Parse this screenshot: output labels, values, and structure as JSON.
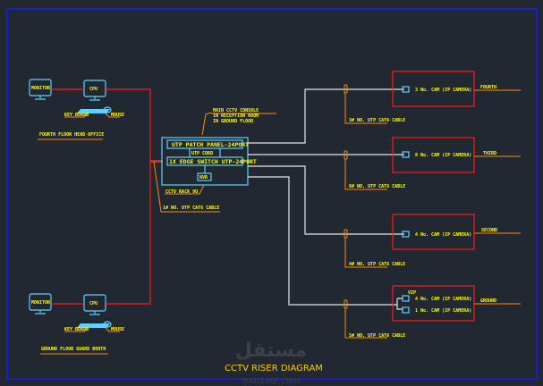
{
  "title": "CCTV RISER DIAGRAM",
  "watermark": {
    "arabic": "مستقل",
    "latin": "mostaql.com"
  },
  "stations": [
    {
      "monitor1": "MONITOR",
      "monitor2": "CPU",
      "keyboard": "KEY BOARD",
      "mouse": "MOUSE",
      "caption": "FOURTH FLOOR HEAD OFFICE"
    },
    {
      "monitor1": "MONITOR",
      "monitor2": "CPU",
      "keyboard": "KEY BOARD",
      "mouse": "MOUSE",
      "caption": "GROUND FLOOR GUARD BOOTH"
    }
  ],
  "console": {
    "note": [
      "MAIN CCTV CONSOLE",
      "IN RECEPTION ROOM",
      "IN GROUND FLOOR"
    ],
    "patch_panel": "UTP PATCH PANEL-24PORT",
    "utp_cord": "UTP CORD",
    "switch": "1X EDGE SWITCH UTP-24PORT",
    "nvr": "NVR",
    "rack": "CCTV RACK 9U",
    "cable": "1# NO. UTP CAT6 CABLE"
  },
  "floors": [
    {
      "floor": "FOURTH",
      "cable": "3# NO. UTP CAT6 CABLE",
      "cams": [
        "3 No. CAM (IP CAMERA)"
      ]
    },
    {
      "floor": "THIRD",
      "cable": "8# NO. UTP CAT6 CABLE",
      "cams": [
        "8 No. CAM (IP CAMERA)"
      ]
    },
    {
      "floor": "SECOND",
      "cable": "4# NO. UTP CAT6 CABLE",
      "cams": [
        "4 No. CAM (IP CAMERA)"
      ]
    },
    {
      "floor": "GROUND",
      "cable": "5# NO. UTP CAT6 CABLE",
      "vip": "VIP",
      "cams": [
        "4 No. CAM (IP CAMERA)",
        "1 No. CAM (IP CAMERA)"
      ]
    }
  ],
  "colors": {
    "background": "#222831",
    "frame": "#1a1aff",
    "cable": "#ff1a1a",
    "device": "#5fd0ff",
    "text": "#ffff00",
    "leader": "#ff8a00"
  }
}
